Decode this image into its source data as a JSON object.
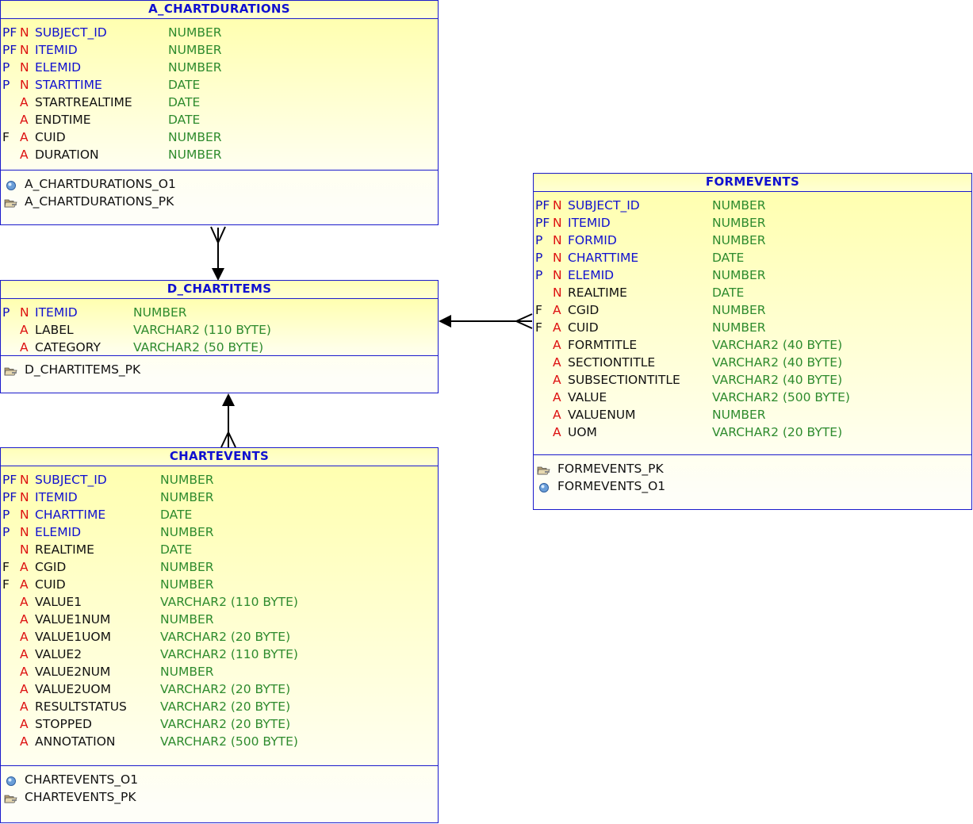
{
  "tables": {
    "a_chartdurations": {
      "title": "A_CHARTDURATIONS",
      "columns": [
        {
          "key": "PF",
          "flag": "N",
          "name": "SUBJECT_ID",
          "type": "NUMBER",
          "name_color": "blue"
        },
        {
          "key": "PF",
          "flag": "N",
          "name": "ITEMID",
          "type": "NUMBER",
          "name_color": "blue"
        },
        {
          "key": "P",
          "flag": "N",
          "name": "ELEMID",
          "type": "NUMBER",
          "name_color": "blue"
        },
        {
          "key": "P",
          "flag": "N",
          "name": "STARTTIME",
          "type": "DATE",
          "name_color": "blue"
        },
        {
          "key": "",
          "flag": "A",
          "name": "STARTREALTIME",
          "type": "DATE",
          "name_color": "black"
        },
        {
          "key": "",
          "flag": "A",
          "name": "ENDTIME",
          "type": "DATE",
          "name_color": "black"
        },
        {
          "key": "F",
          "flag": "A",
          "name": "CUID",
          "type": "NUMBER",
          "name_color": "black"
        },
        {
          "key": "",
          "flag": "A",
          "name": "DURATION",
          "type": "NUMBER",
          "name_color": "black"
        }
      ],
      "indexes": [
        {
          "icon": "index-icon",
          "name": "A_CHARTDURATIONS_O1"
        },
        {
          "icon": "key-icon",
          "name": "A_CHARTDURATIONS_PK"
        }
      ]
    },
    "d_chartitems": {
      "title": "D_CHARTITEMS",
      "columns": [
        {
          "key": "P",
          "flag": "N",
          "name": "ITEMID",
          "type": "NUMBER",
          "name_color": "blue"
        },
        {
          "key": "",
          "flag": "A",
          "name": "LABEL",
          "type": "VARCHAR2 (110 BYTE)",
          "name_color": "black"
        },
        {
          "key": "",
          "flag": "A",
          "name": "CATEGORY",
          "type": "VARCHAR2 (50 BYTE)",
          "name_color": "black"
        }
      ],
      "indexes": [
        {
          "icon": "key-icon",
          "name": "D_CHARTITEMS_PK"
        }
      ]
    },
    "chartevents": {
      "title": "CHARTEVENTS",
      "columns": [
        {
          "key": "PF",
          "flag": "N",
          "name": "SUBJECT_ID",
          "type": "NUMBER",
          "name_color": "blue"
        },
        {
          "key": "PF",
          "flag": "N",
          "name": "ITEMID",
          "type": "NUMBER",
          "name_color": "blue"
        },
        {
          "key": "P",
          "flag": "N",
          "name": "CHARTTIME",
          "type": "DATE",
          "name_color": "blue"
        },
        {
          "key": "P",
          "flag": "N",
          "name": "ELEMID",
          "type": "NUMBER",
          "name_color": "blue"
        },
        {
          "key": "",
          "flag": "N",
          "name": "REALTIME",
          "type": "DATE",
          "name_color": "black"
        },
        {
          "key": "F",
          "flag": "A",
          "name": "CGID",
          "type": "NUMBER",
          "name_color": "black"
        },
        {
          "key": "F",
          "flag": "A",
          "name": "CUID",
          "type": "NUMBER",
          "name_color": "black"
        },
        {
          "key": "",
          "flag": "A",
          "name": "VALUE1",
          "type": "VARCHAR2 (110 BYTE)",
          "name_color": "black"
        },
        {
          "key": "",
          "flag": "A",
          "name": "VALUE1NUM",
          "type": "NUMBER",
          "name_color": "black"
        },
        {
          "key": "",
          "flag": "A",
          "name": "VALUE1UOM",
          "type": "VARCHAR2 (20 BYTE)",
          "name_color": "black"
        },
        {
          "key": "",
          "flag": "A",
          "name": "VALUE2",
          "type": "VARCHAR2 (110 BYTE)",
          "name_color": "black"
        },
        {
          "key": "",
          "flag": "A",
          "name": "VALUE2NUM",
          "type": "NUMBER",
          "name_color": "black"
        },
        {
          "key": "",
          "flag": "A",
          "name": "VALUE2UOM",
          "type": "VARCHAR2 (20 BYTE)",
          "name_color": "black"
        },
        {
          "key": "",
          "flag": "A",
          "name": "RESULTSTATUS",
          "type": "VARCHAR2 (20 BYTE)",
          "name_color": "black"
        },
        {
          "key": "",
          "flag": "A",
          "name": "STOPPED",
          "type": "VARCHAR2 (20 BYTE)",
          "name_color": "black"
        },
        {
          "key": "",
          "flag": "A",
          "name": "ANNOTATION",
          "type": "VARCHAR2 (500 BYTE)",
          "name_color": "black"
        }
      ],
      "indexes": [
        {
          "icon": "index-icon",
          "name": "CHARTEVENTS_O1"
        },
        {
          "icon": "key-icon",
          "name": "CHARTEVENTS_PK"
        }
      ]
    },
    "formevents": {
      "title": "FORMEVENTS",
      "columns": [
        {
          "key": "PF",
          "flag": "N",
          "name": "SUBJECT_ID",
          "type": "NUMBER",
          "name_color": "blue"
        },
        {
          "key": "PF",
          "flag": "N",
          "name": "ITEMID",
          "type": "NUMBER",
          "name_color": "blue"
        },
        {
          "key": "P",
          "flag": "N",
          "name": "FORMID",
          "type": "NUMBER",
          "name_color": "blue"
        },
        {
          "key": "P",
          "flag": "N",
          "name": "CHARTTIME",
          "type": "DATE",
          "name_color": "blue"
        },
        {
          "key": "P",
          "flag": "N",
          "name": "ELEMID",
          "type": "NUMBER",
          "name_color": "blue"
        },
        {
          "key": "",
          "flag": "N",
          "name": "REALTIME",
          "type": "DATE",
          "name_color": "black"
        },
        {
          "key": "F",
          "flag": "A",
          "name": "CGID",
          "type": "NUMBER",
          "name_color": "black"
        },
        {
          "key": "F",
          "flag": "A",
          "name": "CUID",
          "type": "NUMBER",
          "name_color": "black"
        },
        {
          "key": "",
          "flag": "A",
          "name": "FORMTITLE",
          "type": "VARCHAR2 (40 BYTE)",
          "name_color": "black"
        },
        {
          "key": "",
          "flag": "A",
          "name": "SECTIONTITLE",
          "type": "VARCHAR2 (40 BYTE)",
          "name_color": "black"
        },
        {
          "key": "",
          "flag": "A",
          "name": "SUBSECTIONTITLE",
          "type": "VARCHAR2 (40 BYTE)",
          "name_color": "black"
        },
        {
          "key": "",
          "flag": "A",
          "name": "VALUE",
          "type": "VARCHAR2 (500 BYTE)",
          "name_color": "black"
        },
        {
          "key": "",
          "flag": "A",
          "name": "VALUENUM",
          "type": "NUMBER",
          "name_color": "black"
        },
        {
          "key": "",
          "flag": "A",
          "name": "UOM",
          "type": "VARCHAR2 (20 BYTE)",
          "name_color": "black"
        }
      ],
      "indexes": [
        {
          "icon": "key-icon",
          "name": "FORMEVENTS_PK"
        },
        {
          "icon": "index-icon",
          "name": "FORMEVENTS_O1"
        }
      ]
    }
  },
  "relationships": [
    {
      "from": "A_CHARTDURATIONS",
      "to": "D_CHARTITEMS",
      "cardinality": "many-to-one"
    },
    {
      "from": "CHARTEVENTS",
      "to": "D_CHARTITEMS",
      "cardinality": "many-to-one"
    },
    {
      "from": "FORMEVENTS",
      "to": "D_CHARTITEMS",
      "cardinality": "many-to-one"
    }
  ],
  "colors": {
    "border": "#1a1acc",
    "title_text": "#1010d0",
    "key_name": "#1010d0",
    "flag": "#dd1111",
    "type": "#2e8b2e",
    "header_fill": "#ffffb0"
  }
}
